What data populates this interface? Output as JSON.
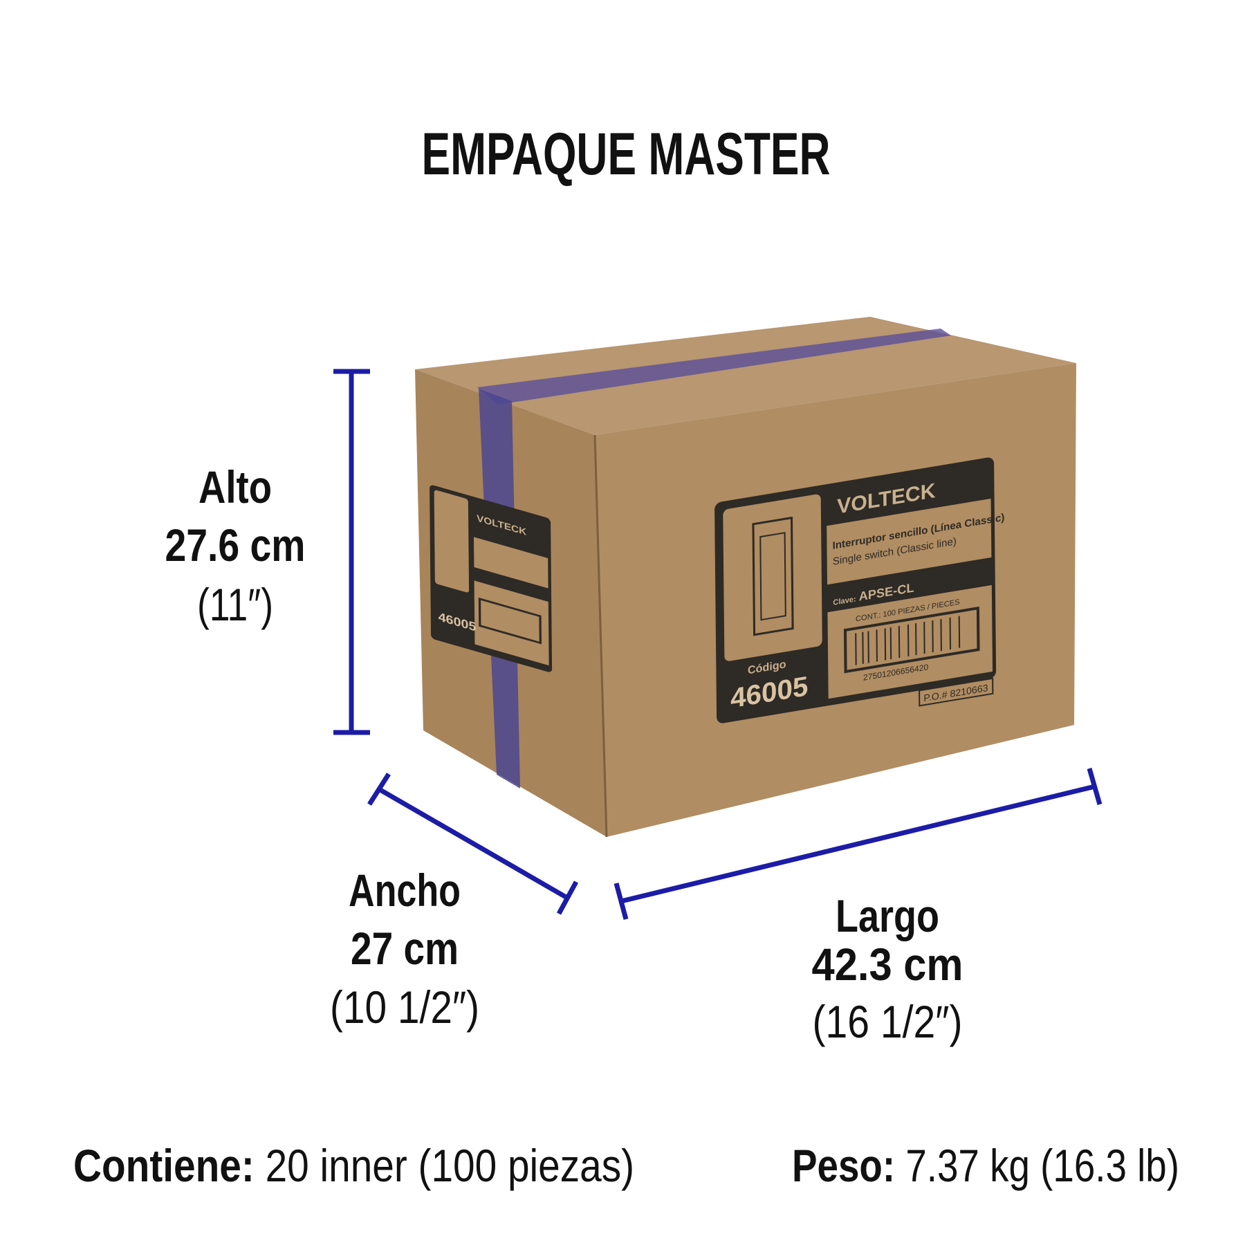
{
  "title": "EMPAQUE MASTER",
  "colors": {
    "dimension_line": "#1c1ca6",
    "cardboard": "#b08d63",
    "label_print": "#2e2a25"
  },
  "dimensions": {
    "alto": {
      "label": "Alto",
      "metric": "27.6 cm",
      "imperial": "(11″)"
    },
    "ancho": {
      "label": "Ancho",
      "metric": "27 cm",
      "imperial": "(10 1/2″)"
    },
    "largo": {
      "label": "Largo",
      "metric": "42.3 cm",
      "imperial": "(16 1/2″)"
    }
  },
  "contents": {
    "label": "Contiene:",
    "value": "20 inner (100 piezas)"
  },
  "weight": {
    "label": "Peso:",
    "value": "7.37 kg (16.3 lb)"
  },
  "box_label": {
    "brand": "VOLTECK",
    "product_es": "Interruptor sencillo (Línea Classic)",
    "product_en": "Single switch (Classic line)",
    "clave_label": "Clave:",
    "clave": "APSE-CL",
    "contents": "CONT.: 100 PIEZAS / PIECES",
    "barcode_number": "27501206656420",
    "codigo_label": "Código",
    "codigo": "46005",
    "po": "P.O.# 8210663"
  }
}
